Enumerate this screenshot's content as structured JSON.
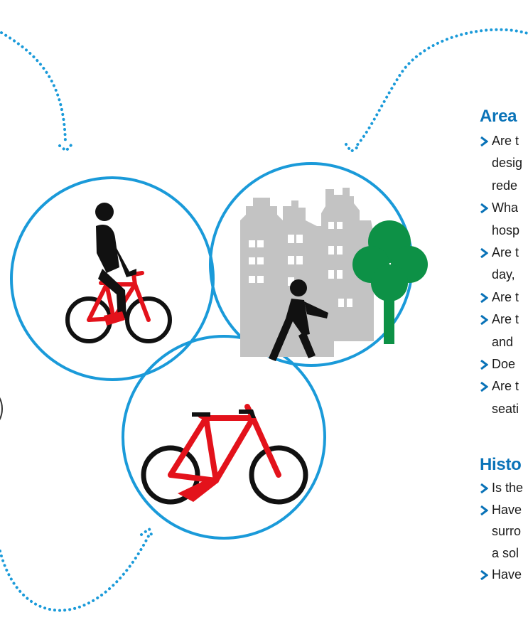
{
  "colors": {
    "circle": "#1a9ad9",
    "arrow": "#1a9ad9",
    "heading": "#0a73b8",
    "bike": "#e3121b",
    "figure": "#111111",
    "building": "#c3c3c3",
    "tree": "#0d9146",
    "text": "#1a1a1a"
  },
  "icons": [
    "cyclist-icon",
    "pedestrian-icon",
    "buildings-icon",
    "tree-icon",
    "bicycle-icon"
  ],
  "sections": [
    {
      "heading": "Area",
      "lines": [
        {
          "bullet": true,
          "text": "Are t"
        },
        {
          "bullet": false,
          "text": "desig"
        },
        {
          "bullet": false,
          "text": "rede"
        },
        {
          "bullet": true,
          "text": "Wha"
        },
        {
          "bullet": false,
          "text": "hosp"
        },
        {
          "bullet": true,
          "text": "Are t"
        },
        {
          "bullet": false,
          "text": "day,"
        },
        {
          "bullet": true,
          "text": "Are t"
        },
        {
          "bullet": true,
          "text": "Are t"
        },
        {
          "bullet": false,
          "text": "and"
        },
        {
          "bullet": true,
          "text": "Doe"
        },
        {
          "bullet": true,
          "text": "Are t"
        },
        {
          "bullet": false,
          "text": "seati"
        }
      ]
    },
    {
      "heading": "Histo",
      "lines": [
        {
          "bullet": true,
          "text": "Is the"
        },
        {
          "bullet": true,
          "text": "Have"
        },
        {
          "bullet": false,
          "text": "surro"
        },
        {
          "bullet": false,
          "text": "a sol"
        },
        {
          "bullet": true,
          "text": "Have"
        }
      ]
    }
  ]
}
